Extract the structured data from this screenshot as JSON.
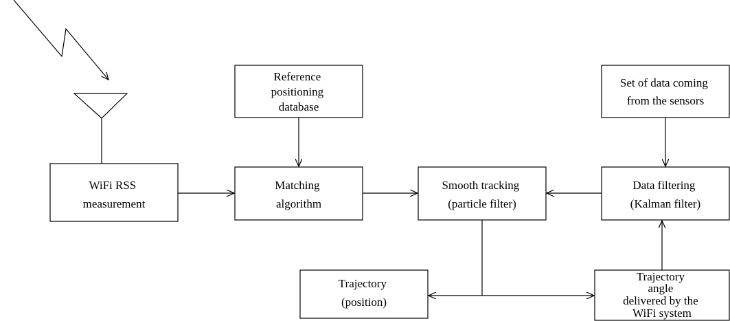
{
  "boxes": {
    "wifi_rss": [
      "WiFi RSS",
      "measurement"
    ],
    "reference_db": [
      "Reference",
      "positioning",
      "database"
    ],
    "matching": [
      "Matching",
      "algorithm"
    ],
    "smooth_tracking": [
      "Smooth tracking",
      "(particle filter)"
    ],
    "sensors": [
      "Set of data coming",
      "from the sensors"
    ],
    "data_filtering": [
      "Data filtering",
      "(Kalman filter)"
    ],
    "trajectory": [
      "Trajectory",
      "(position)"
    ],
    "trajectory_angle": [
      "Trajectory",
      "angle",
      "delivered by the",
      "WiFi system"
    ]
  },
  "colors": {
    "stroke": "#000000",
    "fill": "#ffffff",
    "text": "#000000"
  },
  "icons": [
    "signal-bolt-icon",
    "antenna-icon"
  ]
}
